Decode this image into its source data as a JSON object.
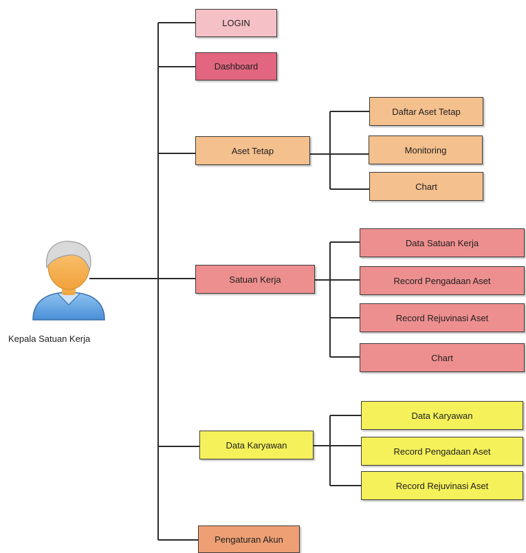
{
  "actor": {
    "label": "Kepala Satuan Kerja",
    "icon": "user-icon"
  },
  "colors": {
    "login": "#f6c1c6",
    "dashboard": "#e2667f",
    "aset_tetap": "#f4c08e",
    "satuan_kerja": "#ee8f8f",
    "data_karyawan": "#f5f15a",
    "pengaturan_akun": "#ee9f74"
  },
  "menu": {
    "login": "LOGIN",
    "dashboard": "Dashboard",
    "aset_tetap": {
      "label": "Aset Tetap",
      "children": [
        "Daftar Aset Tetap",
        "Monitoring",
        "Chart"
      ]
    },
    "satuan_kerja": {
      "label": "Satuan Kerja",
      "children": [
        "Data Satuan Kerja",
        "Record Pengadaan Aset",
        "Record Rejuvinasi Aset",
        "Chart"
      ]
    },
    "data_karyawan": {
      "label": "Data Karyawan",
      "children": [
        "Data Karyawan",
        "Record Pengadaan Aset",
        "Record Rejuvinasi Aset"
      ]
    },
    "pengaturan_akun": "Pengaturan Akun"
  }
}
